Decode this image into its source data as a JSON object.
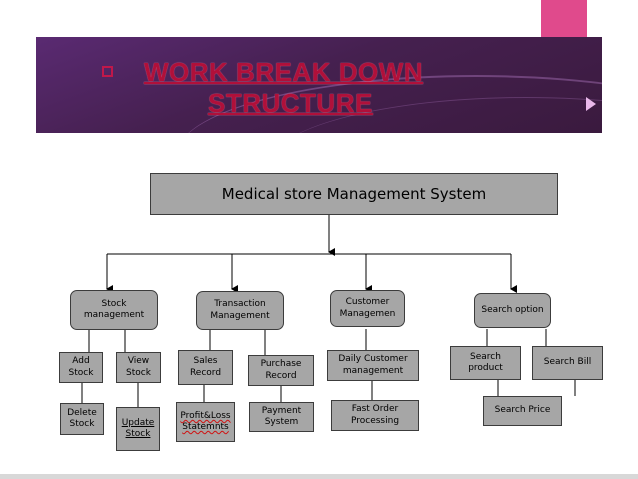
{
  "title": {
    "line1": "WORK BREAK DOWN",
    "line2": "STRUCTURE"
  },
  "root": "Medical store Management System",
  "modules": [
    {
      "label": "Stock management",
      "children": [
        "Add Stock",
        "View Stock"
      ],
      "grandchildren": [
        "Delete Stock",
        "Update Stock"
      ]
    },
    {
      "label": "Transaction Management",
      "children": [
        "Sales Record",
        "Purchase Record"
      ],
      "grandchildren": [
        "Profit&Loss Statemnts",
        "Payment System"
      ]
    },
    {
      "label": "Customer Managemen",
      "children": [
        "Daily Customer management"
      ],
      "grandchildren": [
        "Fast Order Processing"
      ]
    },
    {
      "label": "Search option",
      "children": [
        "Search product",
        "Search Bill"
      ],
      "grandchildren": [
        "Search Price"
      ]
    }
  ],
  "colors": {
    "banner": "#45204f",
    "accent_tab": "#e04a8c",
    "title": "#b0103a",
    "box_fill": "#a6a6a6"
  }
}
